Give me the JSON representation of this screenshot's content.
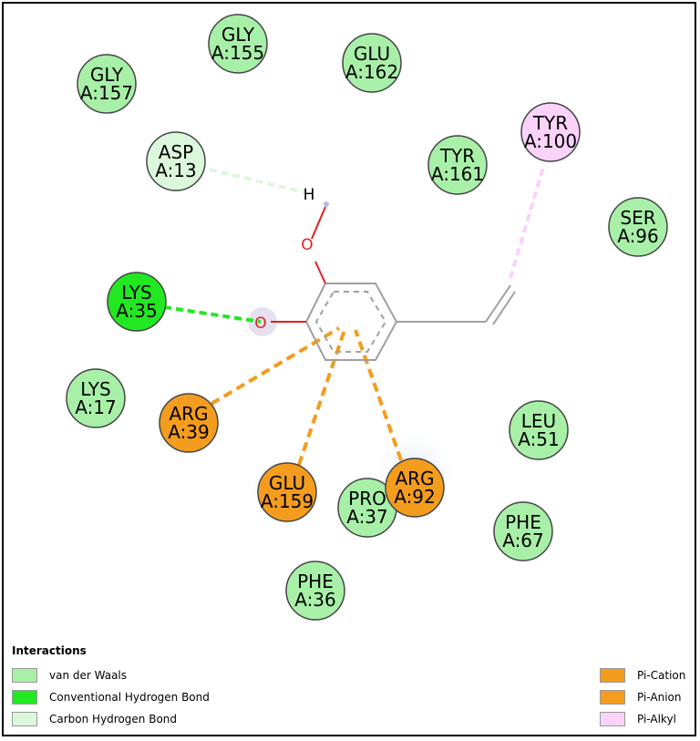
{
  "residues": [
    {
      "name": "GLY",
      "id": "A:155",
      "type": "vdw"
    },
    {
      "name": "GLY",
      "id": "A:157",
      "type": "vdw"
    },
    {
      "name": "GLU",
      "id": "A:162",
      "type": "vdw"
    },
    {
      "name": "ASP",
      "id": "A:13",
      "type": "carbon_hbond"
    },
    {
      "name": "TYR",
      "id": "A:161",
      "type": "vdw"
    },
    {
      "name": "TYR",
      "id": "A:100",
      "type": "pi_alkyl"
    },
    {
      "name": "SER",
      "id": "A:96",
      "type": "vdw"
    },
    {
      "name": "LYS",
      "id": "A:35",
      "type": "conv_hbond"
    },
    {
      "name": "LYS",
      "id": "A:17",
      "type": "vdw"
    },
    {
      "name": "ARG",
      "id": "A:39",
      "type": "pi_cation"
    },
    {
      "name": "LEU",
      "id": "A:51",
      "type": "vdw"
    },
    {
      "name": "PHE",
      "id": "A:67",
      "type": "vdw"
    },
    {
      "name": "PRO",
      "id": "A:37",
      "type": "vdw"
    },
    {
      "name": "GLU",
      "id": "A:159",
      "type": "pi_anion"
    },
    {
      "name": "ARG",
      "id": "A:92",
      "type": "pi_cation"
    },
    {
      "name": "PHE",
      "id": "A:36",
      "type": "vdw"
    }
  ],
  "atoms": {
    "hydrogen": "H",
    "oxygen": "O"
  },
  "legend": {
    "title": "Interactions",
    "items": [
      {
        "label": "van der Waals",
        "color": "#a8f0a8"
      },
      {
        "label": "Conventional Hydrogen Bond",
        "color": "#22e822"
      },
      {
        "label": "Carbon Hydrogen Bond",
        "color": "#dcf8dc"
      },
      {
        "label": "Pi-Cation",
        "color": "#f39c1e"
      },
      {
        "label": "Pi-Anion",
        "color": "#f39c1e"
      },
      {
        "label": "Pi-Alkyl",
        "color": "#fad2fa"
      }
    ]
  },
  "colors": {
    "vdw": "#a8f0a8",
    "conv_hbond": "#22e822",
    "carbon_hbond": "#dcf8dc",
    "pi_cation": "#f39c1e",
    "pi_anion": "#f39c1e",
    "pi_alkyl": "#fad2fa",
    "ligand_bond": "#a0a0a0",
    "oxygen": "#e02020"
  }
}
